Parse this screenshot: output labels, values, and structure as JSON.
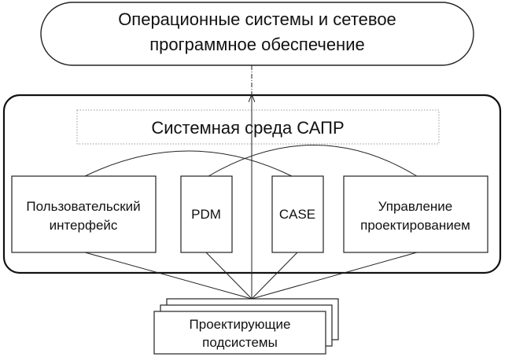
{
  "os_box": {
    "line1": "Операционные системы и сетевое",
    "line2": "программное обеспечение"
  },
  "environment": {
    "title": "Системная среда САПР"
  },
  "modules": {
    "ui_line1": "Пользовательский",
    "ui_line2": "интерфейс",
    "pdm": "PDM",
    "case": "CASE",
    "mgmt_line1": "Управление",
    "mgmt_line2": "проектированием"
  },
  "subsystems": {
    "line1": "Проектирующие",
    "line2": "подсистемы"
  },
  "colors": {
    "stroke": "#222222",
    "dotted": "#9a9a9a",
    "text": "#111111"
  }
}
